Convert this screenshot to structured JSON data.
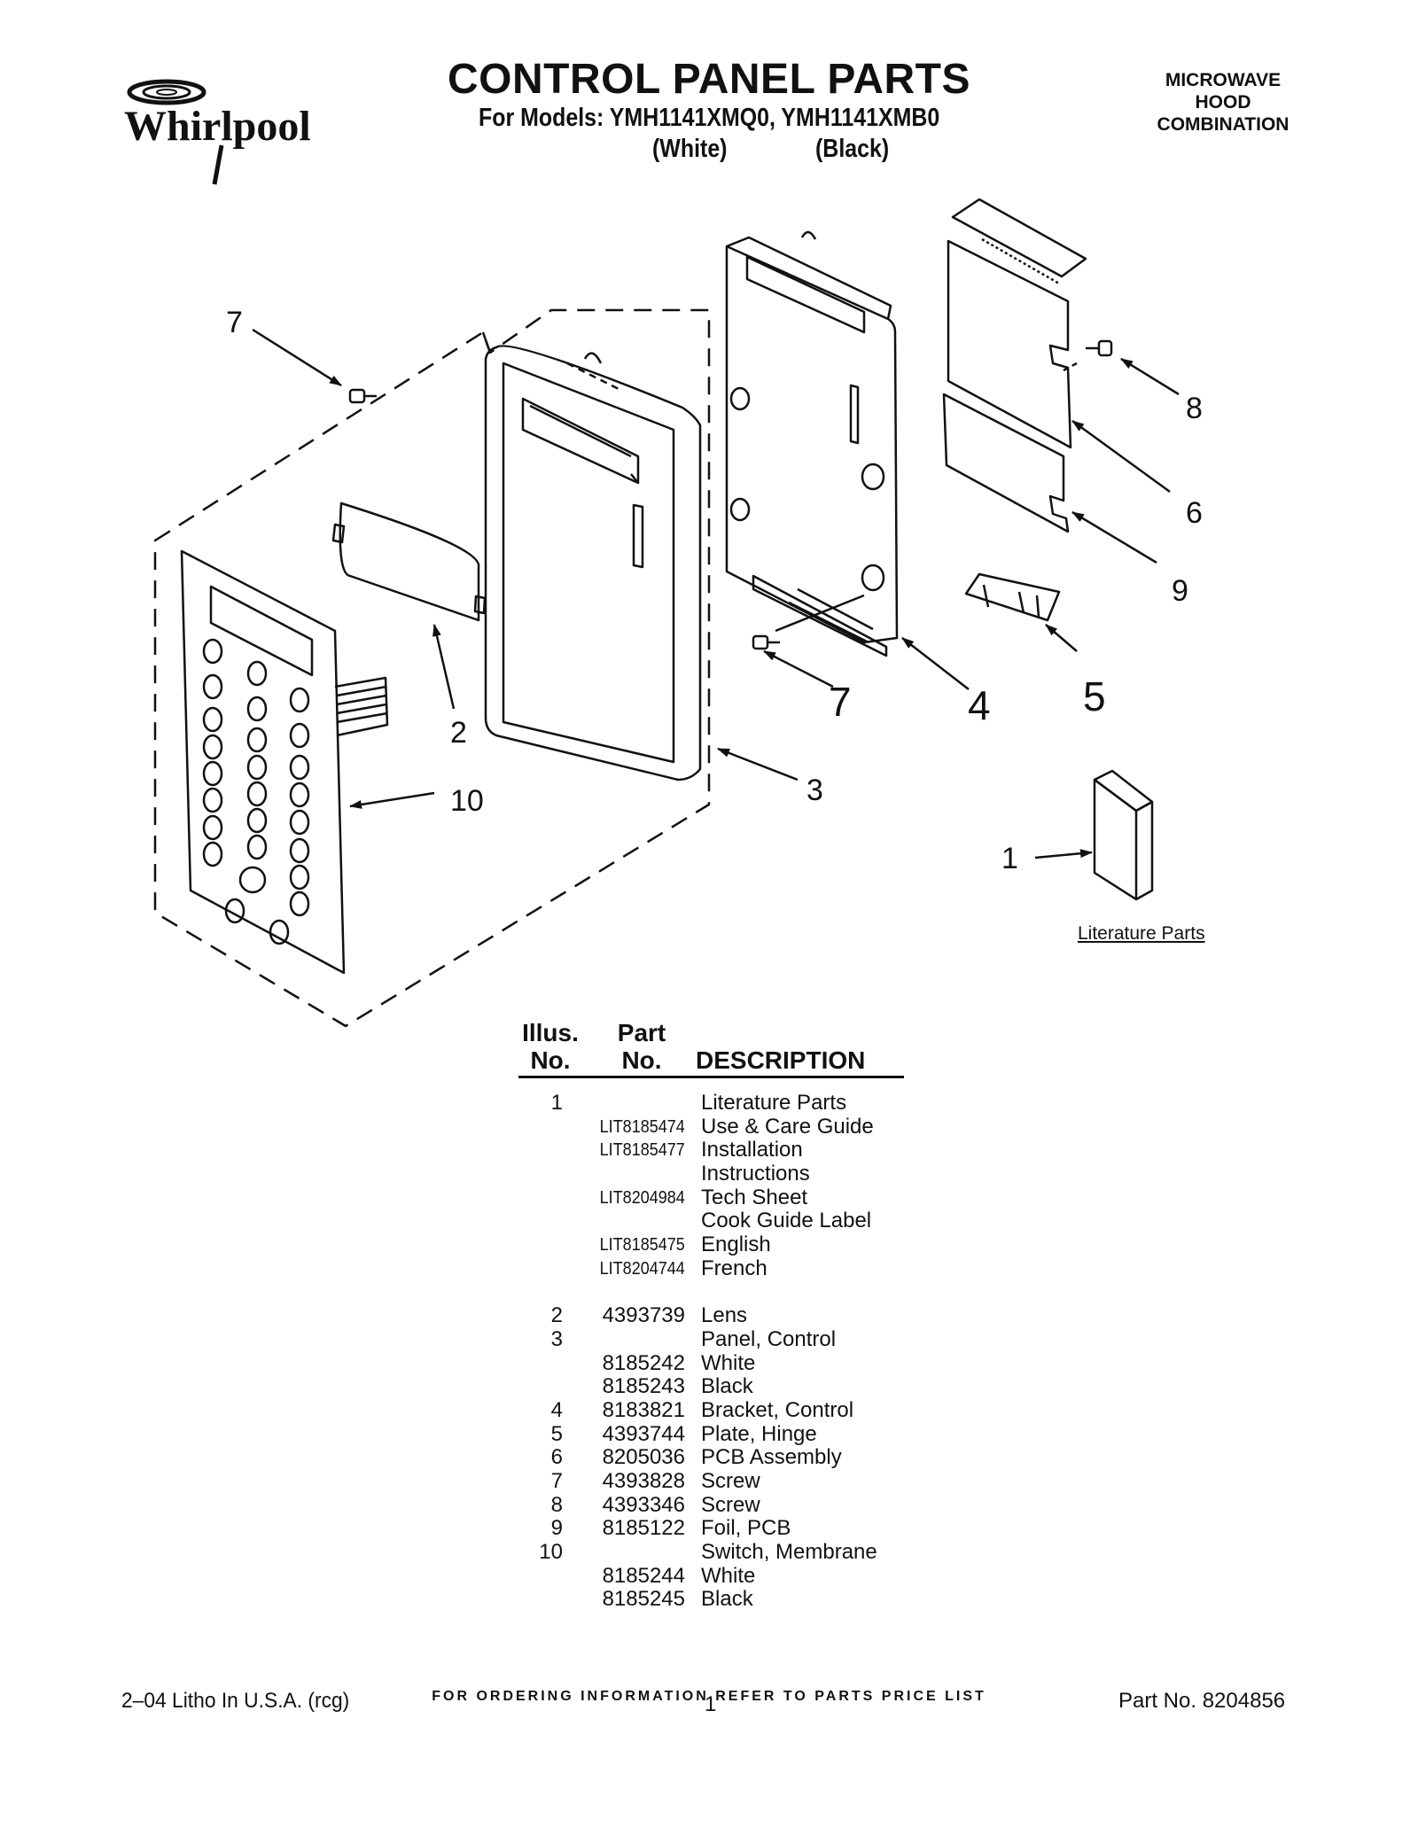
{
  "header": {
    "brand": "Whirlpool",
    "title": "CONTROL PANEL PARTS",
    "models_line": "For Models: YMH1141XMQ0, YMH1141XMB0",
    "model_white": "(White)",
    "model_black": "(Black)",
    "product_type": [
      "MICROWAVE",
      "HOOD",
      "COMBINATION"
    ]
  },
  "diagram": {
    "callouts": {
      "c7a": "7",
      "c8": "8",
      "c6": "6",
      "c9": "9",
      "c2": "2",
      "c10": "10",
      "c7b": "7",
      "c4": "4",
      "c5": "5",
      "c3": "3",
      "c1": "1"
    },
    "literature_caption": "Literature Parts"
  },
  "table": {
    "headers": {
      "illus_1": "Illus.",
      "illus_2": "No.",
      "part_1": "Part",
      "part_2": "No.",
      "description": "DESCRIPTION"
    },
    "rows": [
      {
        "illus": "1",
        "part": "",
        "desc": "Literature Parts"
      },
      {
        "illus": "",
        "part": "LIT8185474",
        "desc": "Use & Care Guide",
        "lit": true
      },
      {
        "illus": "",
        "part": "LIT8185477",
        "desc": "Installation",
        "lit": true
      },
      {
        "illus": "",
        "part": "",
        "desc": "Instructions"
      },
      {
        "illus": "",
        "part": "LIT8204984",
        "desc": "Tech Sheet",
        "lit": true
      },
      {
        "illus": "",
        "part": "",
        "desc": "Cook Guide Label"
      },
      {
        "illus": "",
        "part": "LIT8185475",
        "desc": "English",
        "lit": true
      },
      {
        "illus": "",
        "part": "LIT8204744",
        "desc": "French",
        "lit": true
      },
      {
        "illus": "2",
        "part": "4393739",
        "desc": "Lens",
        "gap": true
      },
      {
        "illus": "3",
        "part": "",
        "desc": "Panel, Control"
      },
      {
        "illus": "",
        "part": "8185242",
        "desc": "White"
      },
      {
        "illus": "",
        "part": "8185243",
        "desc": "Black"
      },
      {
        "illus": "4",
        "part": "8183821",
        "desc": "Bracket, Control"
      },
      {
        "illus": "5",
        "part": "4393744",
        "desc": "Plate, Hinge"
      },
      {
        "illus": "6",
        "part": "8205036",
        "desc": "PCB Assembly"
      },
      {
        "illus": "7",
        "part": "4393828",
        "desc": "Screw"
      },
      {
        "illus": "8",
        "part": "4393346",
        "desc": "Screw"
      },
      {
        "illus": "9",
        "part": "8185122",
        "desc": "Foil, PCB"
      },
      {
        "illus": "10",
        "part": "",
        "desc": "Switch, Membrane"
      },
      {
        "illus": "",
        "part": "8185244",
        "desc": "White"
      },
      {
        "illus": "",
        "part": "8185245",
        "desc": "Black"
      }
    ]
  },
  "footer": {
    "ordering_note": "FOR ORDERING INFORMATION REFER TO PARTS PRICE LIST",
    "litho": "2–04 Litho In U.S.A. (rcg)",
    "page": "1",
    "part_no": "Part No. 8204856"
  }
}
